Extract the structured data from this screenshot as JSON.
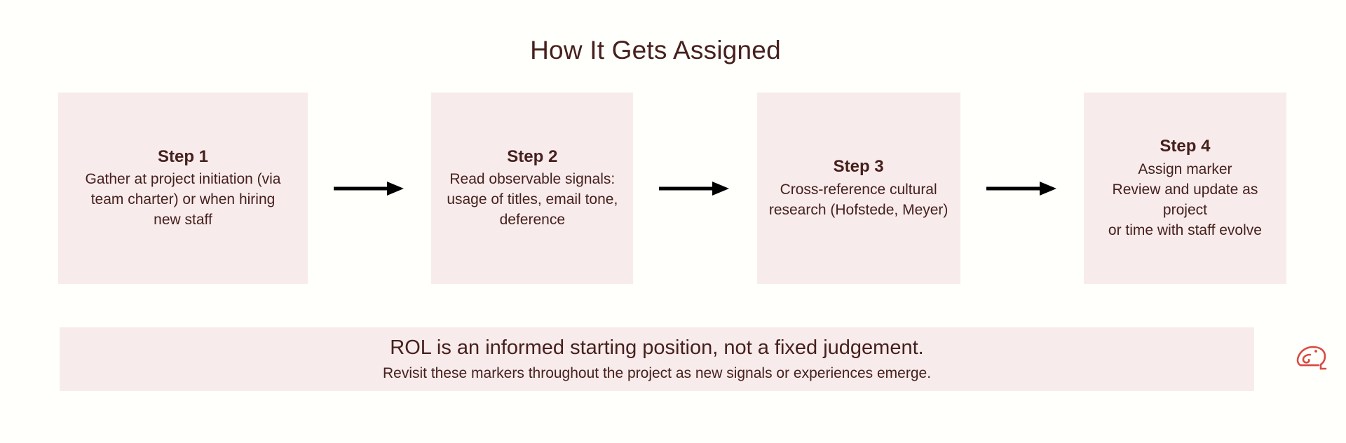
{
  "page": {
    "title": "How It Gets Assigned",
    "background_color": "#fffffc",
    "card_color": "#f7ebeb",
    "text_color": "#46201d",
    "arrow_color": "#000000",
    "brand_color": "#d94a42"
  },
  "flow": {
    "steps": [
      {
        "title": "Step 1",
        "desc": "Gather at project initiation (via\nteam charter) or when hiring\nnew staff"
      },
      {
        "title": "Step 2",
        "desc": "Read observable signals:\nusage of titles, email tone,\ndeference"
      },
      {
        "title": "Step 3",
        "desc": "Cross-reference cultural\nresearch (Hofstede, Meyer)"
      },
      {
        "title": "Step 4",
        "desc": "Assign marker\nReview and update as project\nor time with staff evolve"
      }
    ],
    "connectors": [
      {
        "name": "arrow-right-icon"
      },
      {
        "name": "arrow-right-icon"
      },
      {
        "name": "arrow-right-icon"
      }
    ]
  },
  "banner": {
    "headline": "ROL is an informed starting position, not a fixed judgement.",
    "subline": "Revisit these markers throughout the project as new signals or experiences emerge."
  },
  "brand": {
    "icon": "frog-logo-icon"
  }
}
